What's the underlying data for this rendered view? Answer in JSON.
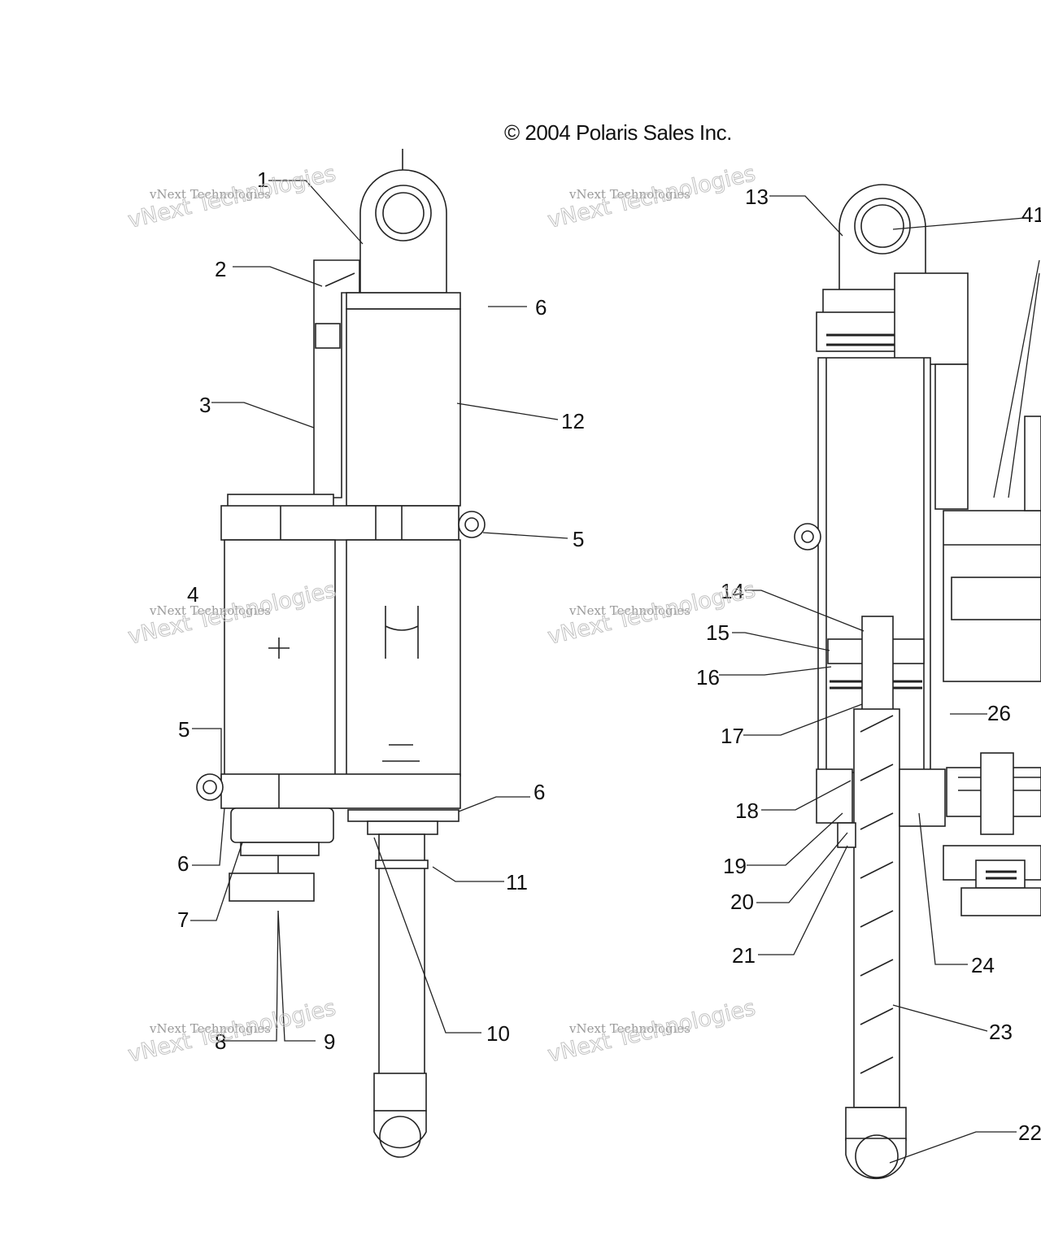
{
  "copyright": "© 2004 Polaris Sales Inc.",
  "watermark": {
    "line1": "vNext Technologies",
    "line2": "vNext Technologies"
  },
  "callouts": [
    {
      "id": "c1",
      "text": "1"
    },
    {
      "id": "c2",
      "text": "2"
    },
    {
      "id": "c3",
      "text": "3"
    },
    {
      "id": "c4",
      "text": "4"
    },
    {
      "id": "c5a",
      "text": "5"
    },
    {
      "id": "c5b",
      "text": "5"
    },
    {
      "id": "c6a",
      "text": "6"
    },
    {
      "id": "c6b",
      "text": "6"
    },
    {
      "id": "c6c",
      "text": "6"
    },
    {
      "id": "c7",
      "text": "7"
    },
    {
      "id": "c8",
      "text": "8"
    },
    {
      "id": "c9",
      "text": "9"
    },
    {
      "id": "c10",
      "text": "10"
    },
    {
      "id": "c11",
      "text": "11"
    },
    {
      "id": "c12",
      "text": "12"
    },
    {
      "id": "c13",
      "text": "13"
    },
    {
      "id": "c14",
      "text": "14"
    },
    {
      "id": "c15",
      "text": "15"
    },
    {
      "id": "c16",
      "text": "16"
    },
    {
      "id": "c17",
      "text": "17"
    },
    {
      "id": "c18",
      "text": "18"
    },
    {
      "id": "c19",
      "text": "19"
    },
    {
      "id": "c20",
      "text": "20"
    },
    {
      "id": "c21",
      "text": "21"
    },
    {
      "id": "c22",
      "text": "22"
    },
    {
      "id": "c23",
      "text": "23"
    },
    {
      "id": "c24",
      "text": "24"
    },
    {
      "id": "c26",
      "text": "26"
    },
    {
      "id": "c41",
      "text": "41"
    }
  ]
}
